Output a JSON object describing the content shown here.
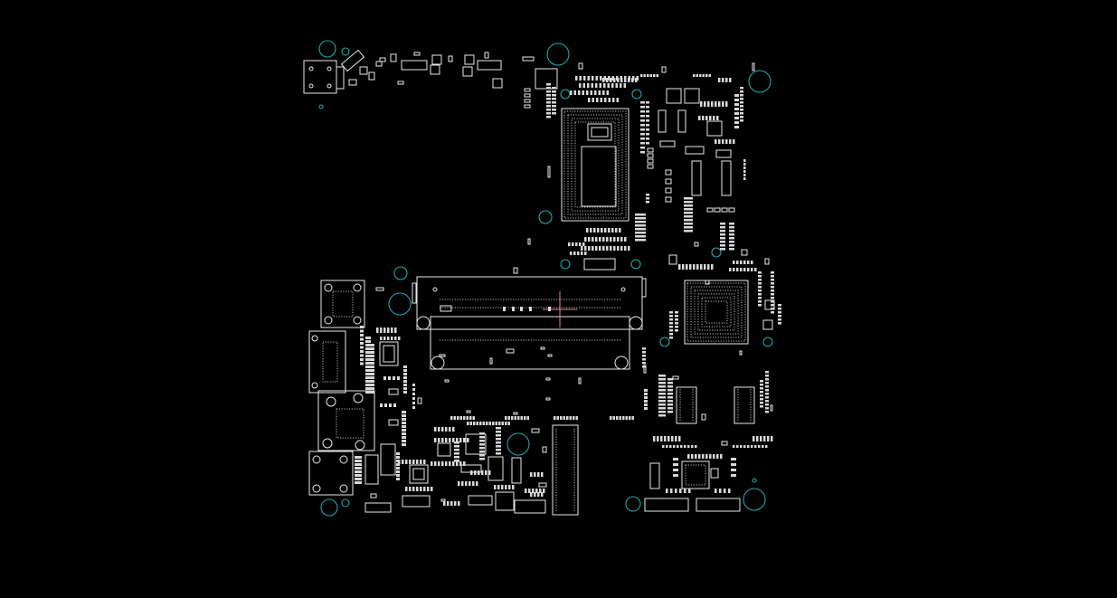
{
  "viewer": {
    "background": "#000000",
    "outline_color": "#e8e8e8",
    "mounting_hole_color": "#1fa8a8",
    "marker_color": "#e08a9a"
  },
  "board": {
    "description_visible": false,
    "components": [
      "cpu-bga",
      "chipset-bga",
      "memory-slot-upper",
      "memory-slot-lower",
      "io-connector-stack",
      "side-connector",
      "ram-chip-left",
      "ram-chip-right",
      "mounting-holes"
    ]
  }
}
